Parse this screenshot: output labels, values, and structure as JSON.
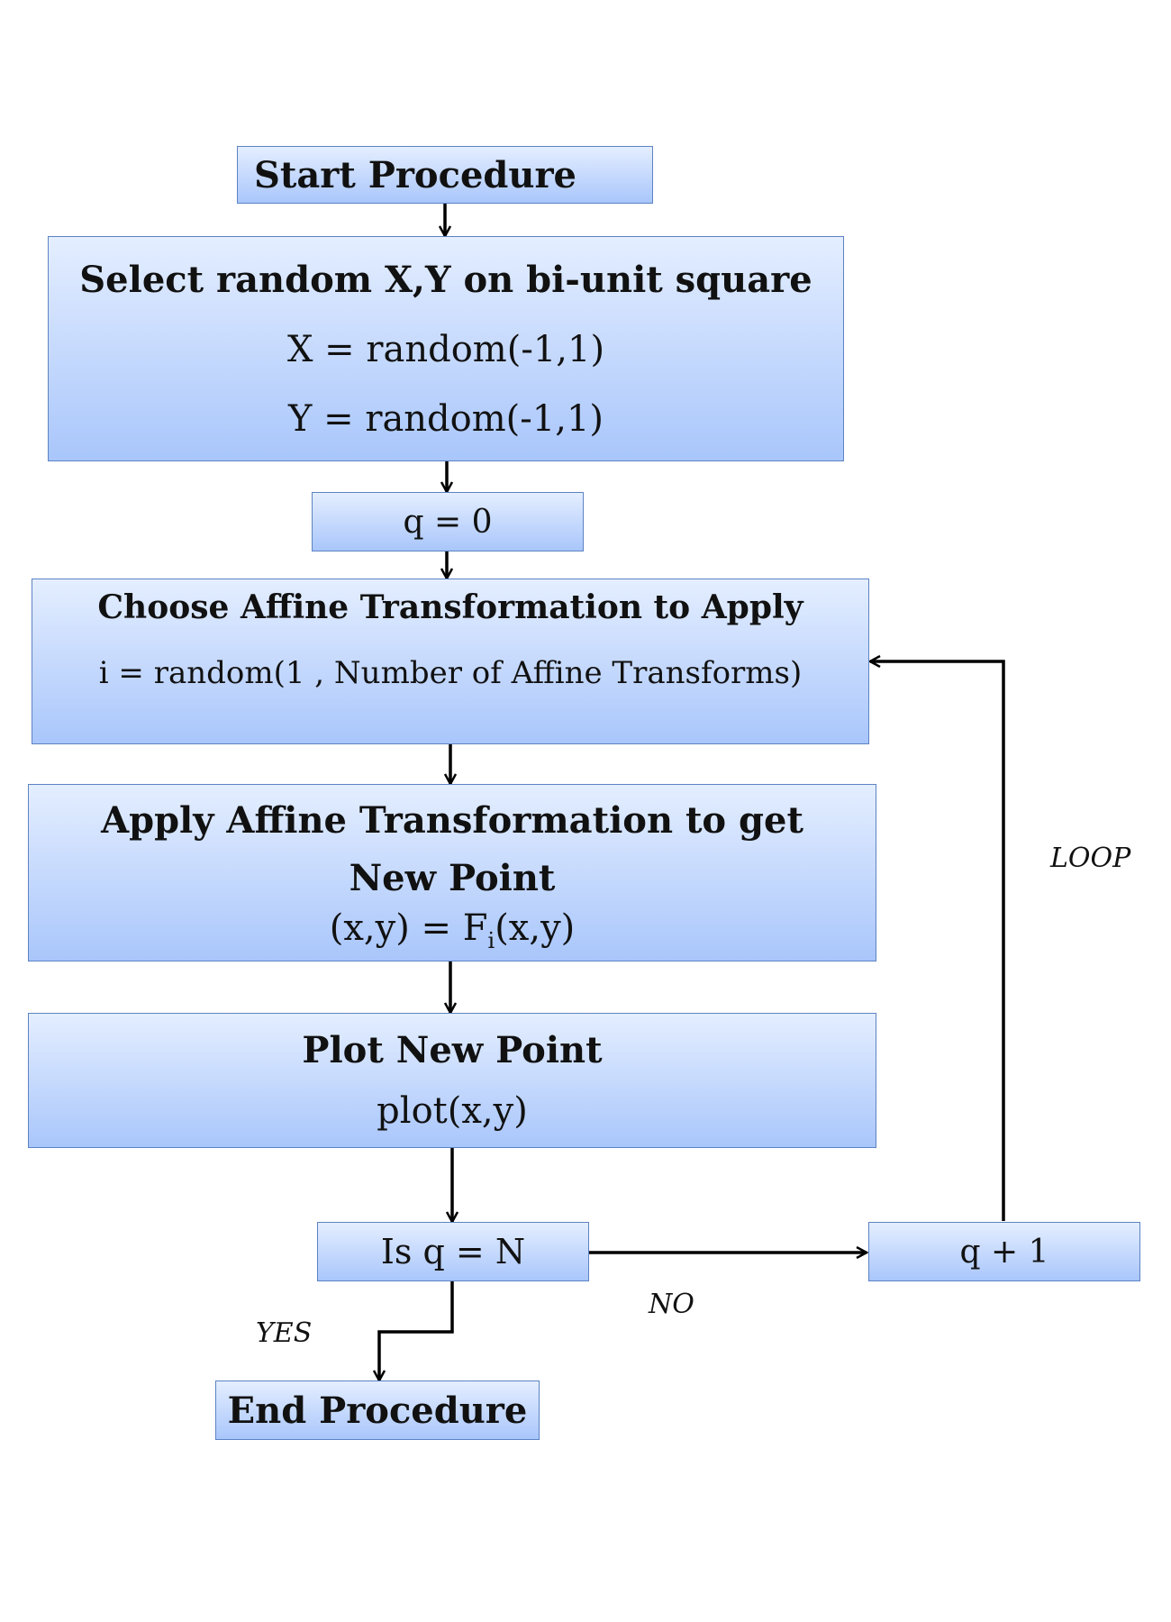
{
  "flowchart": {
    "start": {
      "label": "Start Procedure"
    },
    "select": {
      "title": "Select random X,Y on bi-unit square",
      "line1": "X = random(-1,1)",
      "line2": "Y = random(-1,1)"
    },
    "init_q": {
      "label": "q = 0"
    },
    "choose": {
      "title": "Choose Affine Transformation to Apply",
      "formula": "i = random(1 , Number of Affine Transforms)"
    },
    "apply": {
      "title": "Apply Affine Transformation to get New Point",
      "formula_left": "(x,y) = F",
      "formula_sub": "i",
      "formula_right": "(x,y)"
    },
    "plot": {
      "title": "Plot New Point",
      "formula": "plot(x,y)"
    },
    "decision": {
      "label": "Is q = N"
    },
    "increment": {
      "label": "q + 1"
    },
    "end": {
      "label": "End Procedure"
    },
    "edge_labels": {
      "loop": "LOOP",
      "no": "NO",
      "yes": "YES"
    }
  },
  "colors": {
    "box_fill_top": "#e4eeff",
    "box_fill_bottom": "#a9c6fb",
    "box_border": "#5d83c4",
    "arrow": "#000000"
  }
}
